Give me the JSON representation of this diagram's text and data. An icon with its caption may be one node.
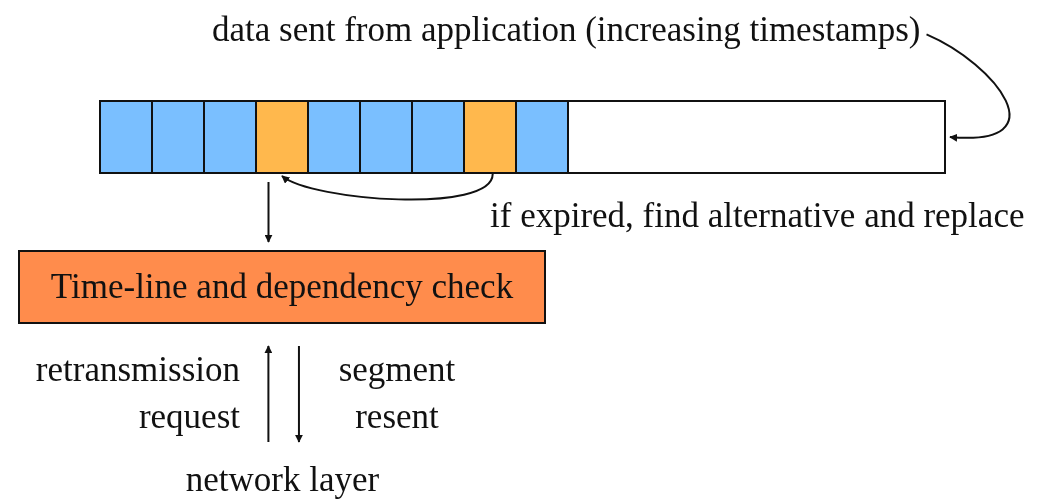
{
  "diagram": {
    "nodes": [
      {
        "text": [
          "data sent from application (increasing timestamps)"
        ]
      },
      {
        "text": [],
        "shape": "box"
      },
      {
        "text": [],
        "shape": "box",
        "in": 1
      },
      {
        "text": [],
        "shape": "box",
        "in": 1
      },
      {
        "text": [],
        "shape": "box",
        "in": 1
      },
      {
        "text": [],
        "shape": "box",
        "in": 1
      },
      {
        "text": [],
        "shape": "box",
        "in": 1
      },
      {
        "text": [],
        "shape": "box",
        "in": 1
      },
      {
        "text": [],
        "shape": "box",
        "in": 1
      },
      {
        "text": [],
        "shape": "box",
        "in": 1
      },
      {
        "text": [],
        "shape": "box",
        "in": 1
      },
      {
        "text": [
          "Time-line and dependency check"
        ]
      },
      {
        "text": [
          "network layer"
        ]
      }
    ],
    "edges": [
      {
        "from": 0,
        "to": 1,
        "arrow": "to"
      },
      {
        "from": 9,
        "to": 5,
        "arrow": "to",
        "label": "if expired, find alternative and replace"
      },
      {
        "from": 5,
        "to": 11,
        "arrow": "to"
      },
      {
        "from": 12,
        "to": 11,
        "arrow": "to",
        "label": "retransmission request"
      },
      {
        "from": 11,
        "to": 12,
        "arrow": "to",
        "label": "segment resent"
      }
    ]
  }
}
